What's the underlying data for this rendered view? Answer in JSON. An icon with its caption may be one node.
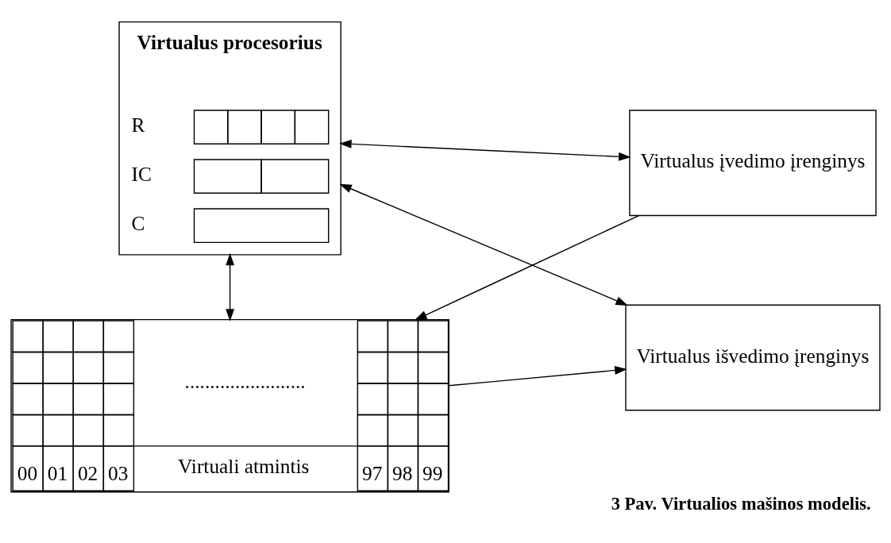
{
  "diagram": {
    "caption": "3 Pav. Virtualios mašinos modelis.",
    "nodes": [
      {
        "text": [
          "Virtualus procesorius",
          "R",
          "IC",
          "C"
        ]
      },
      {
        "text": [
          "Virtualus įvedimo įrenginys"
        ]
      },
      {
        "text": [
          "Virtualus išvedimo įrenginys"
        ]
      },
      {
        "text": [
          "........................",
          "Virtuali atmintis",
          "00",
          "01",
          "02",
          "03",
          "97",
          "98",
          "99"
        ]
      }
    ],
    "edges": [
      {
        "from": 0,
        "to": 1,
        "arrow": "both"
      },
      {
        "from": 0,
        "to": 2,
        "arrow": "both"
      },
      {
        "from": 0,
        "to": 3,
        "arrow": "both"
      },
      {
        "from": 1,
        "to": 3,
        "arrow": "to"
      },
      {
        "from": 3,
        "to": 2,
        "arrow": "to"
      }
    ]
  }
}
